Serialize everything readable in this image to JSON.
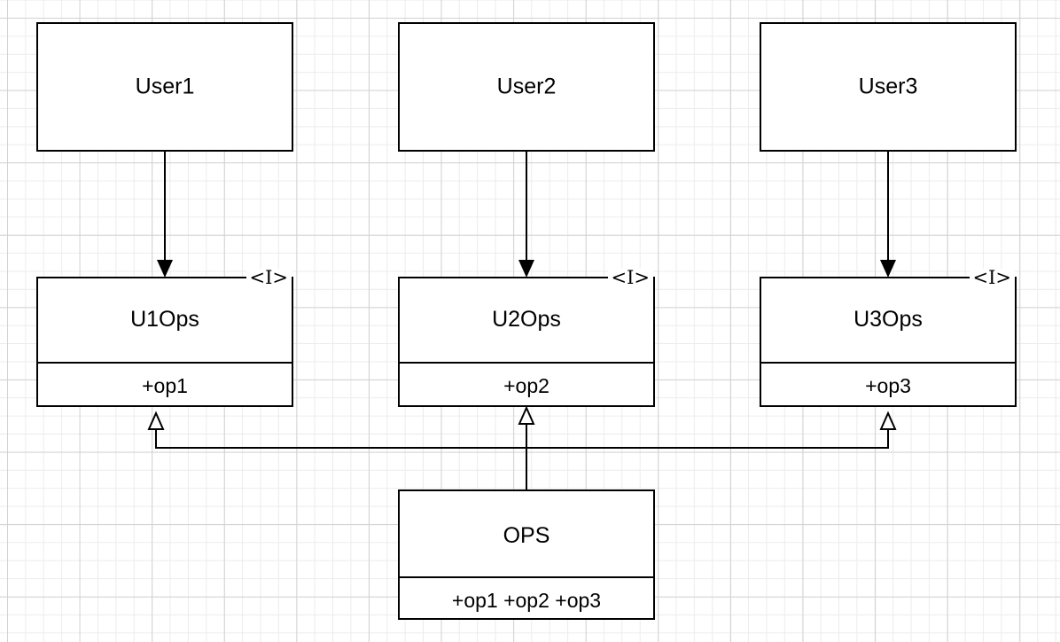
{
  "users": [
    {
      "label": "User1"
    },
    {
      "label": "User2"
    },
    {
      "label": "User3"
    }
  ],
  "interfaces": [
    {
      "name": "U1Ops",
      "stereotype": "<I>",
      "operation": "+op1"
    },
    {
      "name": "U2Ops",
      "stereotype": "<I>",
      "operation": "+op2"
    },
    {
      "name": "U3Ops",
      "stereotype": "<I>",
      "operation": "+op3"
    }
  ],
  "implementation": {
    "name": "OPS",
    "operations": "+op1 +op2 +op3"
  }
}
